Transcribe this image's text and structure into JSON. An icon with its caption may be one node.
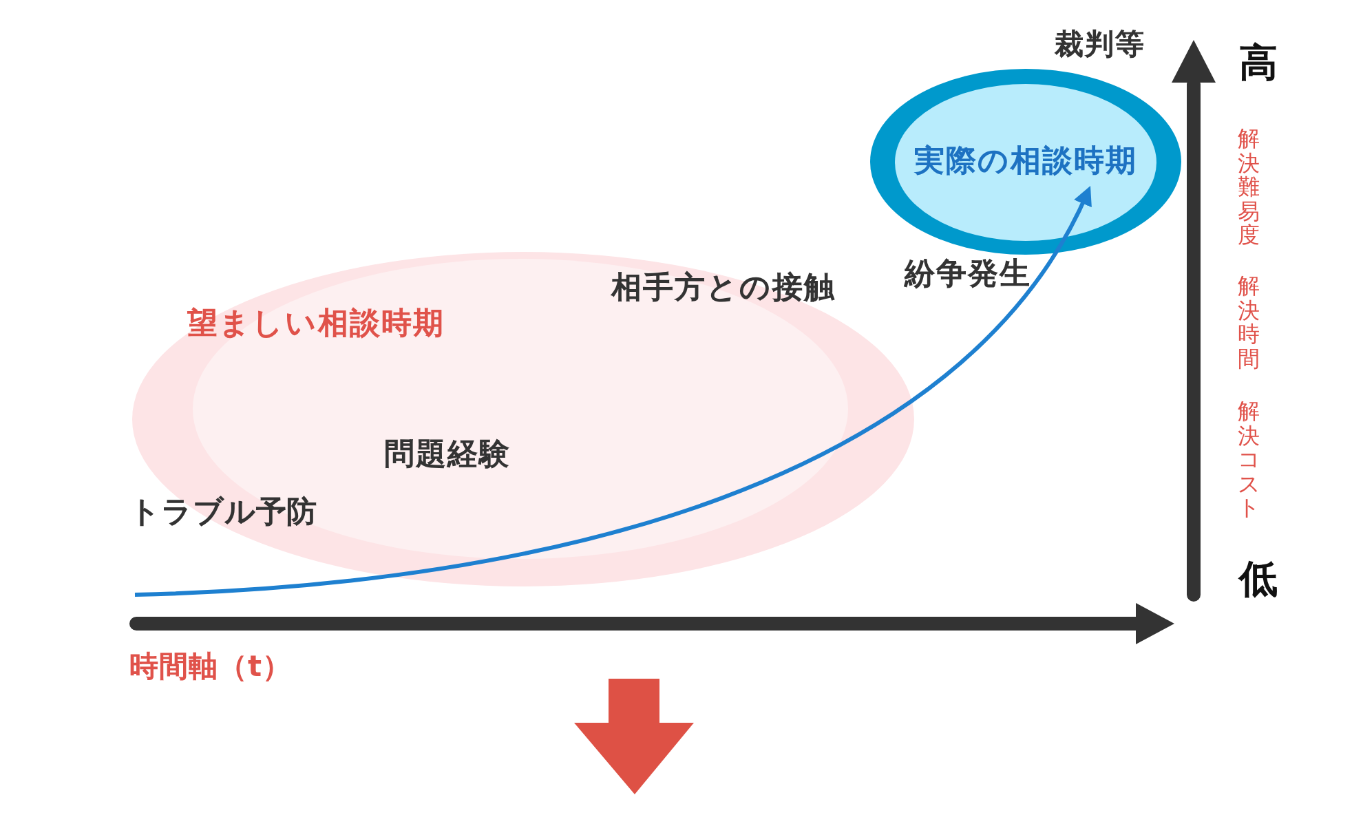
{
  "diagram": {
    "nodes": [
      {
        "text": [
          "望ましい相談時期"
        ]
      },
      {
        "text": [
          "実際の相談時期"
        ]
      }
    ],
    "edges": [
      {
        "from": null,
        "to": 1,
        "arrow": "to"
      }
    ],
    "labels": [
      "裁判等",
      "高",
      "紛争発生",
      "相手方との接触",
      "問題経験",
      "トラブル予防",
      "解決難易度",
      "解決時間",
      "解決コスト",
      "低",
      "時間軸（t）"
    ]
  }
}
